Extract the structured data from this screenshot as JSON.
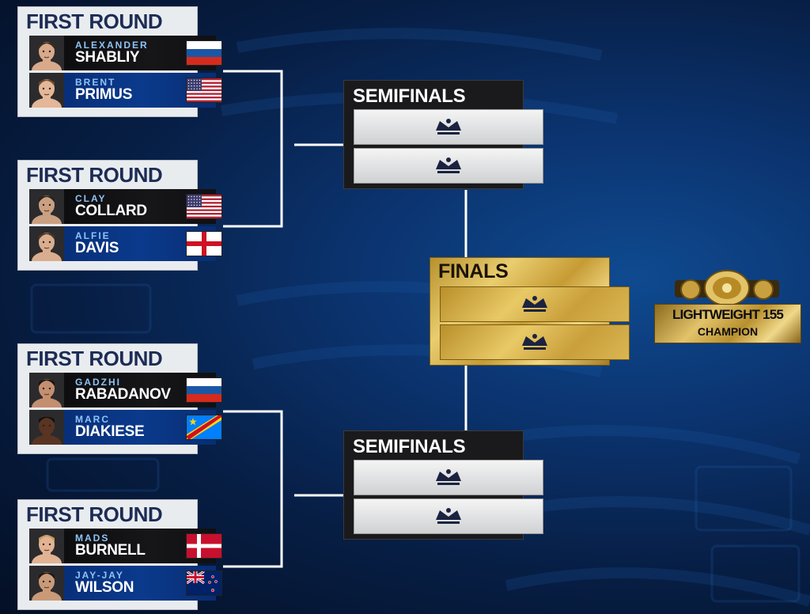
{
  "bracket": {
    "first_round_label": "FIRST ROUND",
    "semifinals_label": "SEMIFINALS",
    "finals_label": "FINALS",
    "champion": {
      "line1": "LIGHTWEIGHT 155",
      "line2": "CHAMPION"
    },
    "colors": {
      "title_navy": "#1d2c55",
      "row_black": "#101013",
      "row_blue": "#0b3a8c",
      "gold": "#d9b753",
      "first_name": "#8ec3f6"
    },
    "first_round": [
      {
        "fighters": [
          {
            "first": "ALEXANDER",
            "last": "SHABLIY",
            "flag": "russia-flag"
          },
          {
            "first": "BRENT",
            "last": "PRIMUS",
            "flag": "usa-flag"
          }
        ]
      },
      {
        "fighters": [
          {
            "first": "CLAY",
            "last": "COLLARD",
            "flag": "usa-flag"
          },
          {
            "first": "ALFIE",
            "last": "DAVIS",
            "flag": "england-flag"
          }
        ]
      },
      {
        "fighters": [
          {
            "first": "GADZHI",
            "last": "RABADANOV",
            "flag": "russia-flag"
          },
          {
            "first": "MARC",
            "last": "DIAKIESE",
            "flag": "dr-congo-flag"
          }
        ]
      },
      {
        "fighters": [
          {
            "first": "MADS",
            "last": "BURNELL",
            "flag": "denmark-flag"
          },
          {
            "first": "JAY-JAY",
            "last": "WILSON",
            "flag": "new-zealand-flag"
          }
        ]
      }
    ],
    "slot_icon": "crown-icon",
    "belt_icon": "championship-belt-icon"
  }
}
